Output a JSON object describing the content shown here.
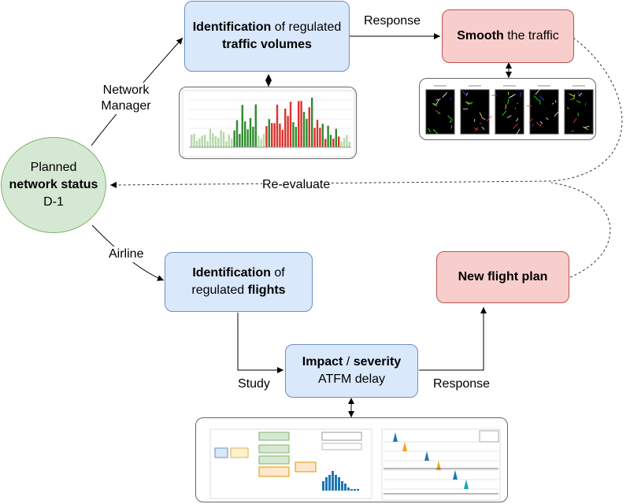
{
  "nodes": {
    "planned": {
      "line1": "Planned",
      "line2": "network status",
      "line3": "D-1"
    },
    "id_volumes": {
      "bold1": "Identification",
      "rest1": " of regulated",
      "bold2": "traffic volumes"
    },
    "smooth": {
      "bold": "Smooth",
      "rest": " the traffic"
    },
    "id_flights": {
      "bold1": "Identification",
      "rest1": " of",
      "rest2": "regulated ",
      "bold2": "flights"
    },
    "impact": {
      "bold1": "Impact",
      "rest1": " / ",
      "bold2": "severity",
      "line2": "ATFM delay"
    },
    "new_plan": {
      "bold": "New flight plan"
    }
  },
  "edge_labels": {
    "network_manager": {
      "line1": "Network",
      "line2": "Manager"
    },
    "response_top": "Response",
    "re_evaluate": "Re-evaluate",
    "airline": "Airline",
    "study": "Study",
    "response_bottom": "Response"
  },
  "colors": {
    "blue_fill": "#dae8fc",
    "blue_stroke": "#6c8ebf",
    "red_fill": "#f8cecc",
    "red_stroke": "#b85450",
    "green_fill": "#d5e8d4",
    "green_stroke": "#82b366",
    "bar_green": "#2e8b2e",
    "bar_red": "#e0302a",
    "bar_light": "#b7d9a8"
  }
}
